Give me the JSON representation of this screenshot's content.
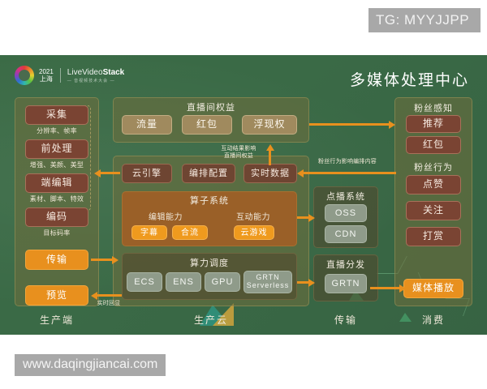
{
  "overlay": {
    "tg_badge": "TG: MYYJJPP",
    "watermark": "www.daqingjiancai.com"
  },
  "header": {
    "logo_year": "2021",
    "logo_city": "上海",
    "logo_brand_pre": "Live",
    "logo_brand_mid": "Video",
    "logo_brand_post": "Stack",
    "logo_brand_sub": "— 音视频技术大会 —",
    "title": "多媒体处理中心"
  },
  "production_end": {
    "stage_label": "生产端",
    "nodes": [
      {
        "label": "采集",
        "caption": "分辨率、帧率"
      },
      {
        "label": "前处理",
        "caption": "增强、美颜、美型"
      },
      {
        "label": "端编辑",
        "caption": "素材、脚本、特效"
      },
      {
        "label": "编码",
        "caption": "目标码率"
      }
    ],
    "transport": "传输",
    "preview": "预览"
  },
  "live_rights": {
    "title": "直播间权益",
    "items": [
      "流量",
      "红包",
      "浮现权"
    ]
  },
  "cloud_control": {
    "items": [
      "云引擎",
      "编排配置",
      "实时数据"
    ]
  },
  "operator_system": {
    "title": "算子系统",
    "groups": [
      {
        "name": "编辑能力",
        "items": [
          "字幕",
          "合流"
        ]
      },
      {
        "name": "互动能力",
        "items": [
          "云游戏"
        ]
      }
    ]
  },
  "compute_scheduling": {
    "title": "算力调度",
    "items": [
      "ECS",
      "ENS",
      "GPU",
      "GRTN\nServerless"
    ],
    "stage_label": "生产云"
  },
  "vod_system": {
    "title": "点播系统",
    "items": [
      "OSS",
      "CDN"
    ]
  },
  "live_distribution": {
    "title": "直播分发",
    "items": [
      "GRTN"
    ],
    "stage_label": "传输"
  },
  "consumption": {
    "fan_perception_title": "粉丝感知",
    "fan_perception_items": [
      "推荐",
      "红包"
    ],
    "fan_behavior_title": "粉丝行为",
    "fan_behavior_items": [
      "点赞",
      "关注",
      "打赏"
    ],
    "media_playback": "媒体播放",
    "stage_label": "消费"
  },
  "connectors": {
    "interaction_to_rights": "互动结果影响\n直播间权益",
    "fan_behavior_to_orchestration": "粉丝行为影响编排内容",
    "realtime_echo": "实时回显"
  },
  "colors": {
    "slide_bg": "#3b6b46",
    "accent_orange": "#e8901e",
    "maroon": "#7a4433",
    "tan": "#a08a5e",
    "gray_node": "#8f9b8a",
    "brown_panel": "#9a6028"
  }
}
